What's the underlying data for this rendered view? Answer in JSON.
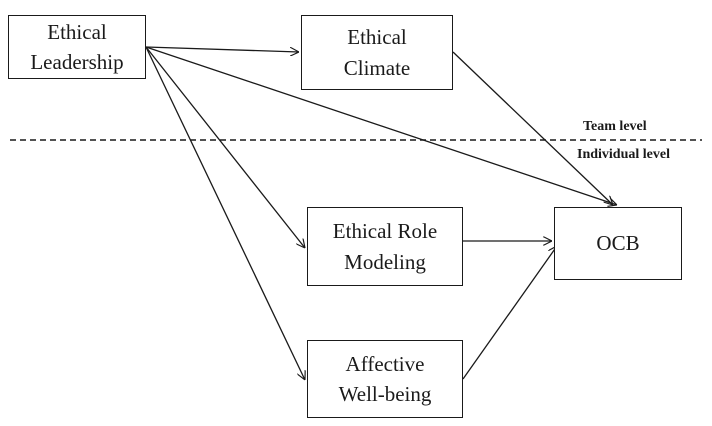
{
  "nodes": {
    "ethical_leadership": "Ethical\nLeadership",
    "ethical_climate": "Ethical\nClimate",
    "ethical_role_modeling": "Ethical Role\nModeling",
    "affective_well_being": "Affective\nWell-being",
    "ocb": "OCB"
  },
  "levels": {
    "team": "Team level",
    "individual": "Individual level"
  },
  "edges": [
    {
      "from": "ethical_leadership",
      "to": "ethical_climate"
    },
    {
      "from": "ethical_leadership",
      "to": "ocb"
    },
    {
      "from": "ethical_leadership",
      "to": "ethical_role_modeling"
    },
    {
      "from": "ethical_leadership",
      "to": "affective_well_being"
    },
    {
      "from": "ethical_climate",
      "to": "ocb"
    },
    {
      "from": "ethical_role_modeling",
      "to": "ocb"
    },
    {
      "from": "affective_well_being",
      "to": "ocb"
    }
  ]
}
